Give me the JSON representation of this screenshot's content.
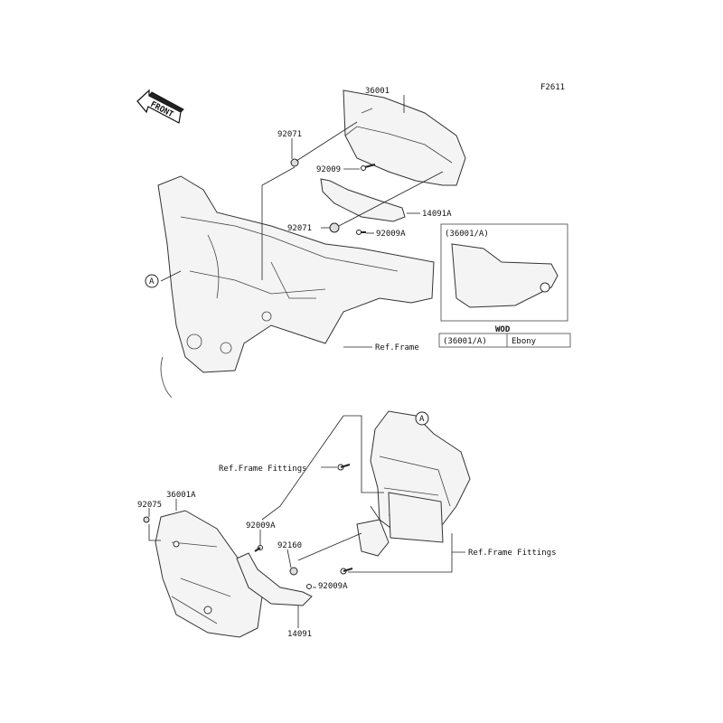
{
  "figure_code": "F2611",
  "front_arrow_label": "FRONT",
  "callouts": {
    "c36001": "36001",
    "c92071_top": "92071",
    "c92009": "92009",
    "c14091A": "14091A",
    "c92071_mid": "92071",
    "c92009A_top": "92009A",
    "ref_A_top": "A",
    "ref_frame": "Ref.Frame",
    "ref_A_bottom": "A",
    "ref_frame_fittings_1": "Ref.Frame Fittings",
    "c92075": "92075",
    "c36001A": "36001A",
    "c92009A_mid": "92009A",
    "c92160": "92160",
    "ref_frame_fittings_2": "Ref.Frame Fittings",
    "c92009A_bottom": "92009A",
    "c14091": "14091"
  },
  "variant_box": {
    "title": "(36001/A)",
    "table_header": "WOD",
    "rows": [
      {
        "part": "(36001/A)",
        "color": "Ebony"
      }
    ]
  }
}
